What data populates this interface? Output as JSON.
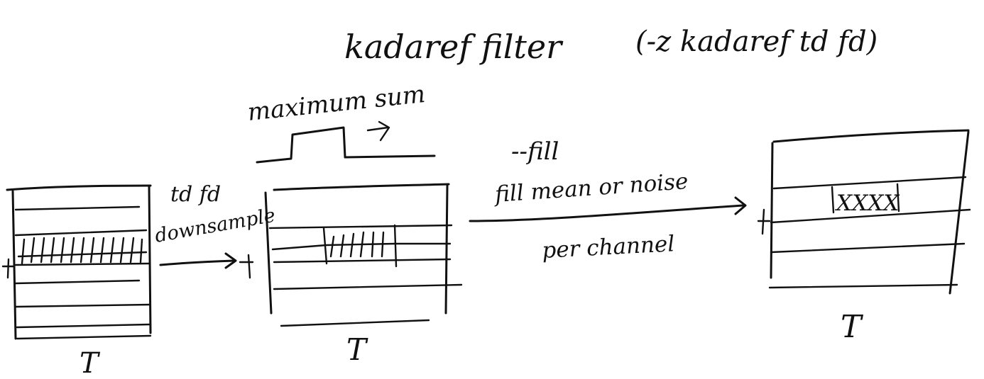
{
  "header": {
    "title": "kadaref filter",
    "command": "(-z kadaref td fd)"
  },
  "step1": {
    "y_label": "f",
    "x_label": "T",
    "arrow_label_top": "td fd",
    "arrow_label_bottom": "downsample"
  },
  "step2": {
    "y_label": "f",
    "x_label": "T",
    "top_label": "maximum sum"
  },
  "step3": {
    "arrow_label_top": "--fill",
    "arrow_label_middle": "fill mean or noise",
    "arrow_label_bottom": "per channel"
  },
  "step4": {
    "y_label": "f",
    "x_label": "T",
    "fill_marks": "XXXX"
  },
  "colors": {
    "ink": "#111111",
    "paper": "#ffffff"
  }
}
